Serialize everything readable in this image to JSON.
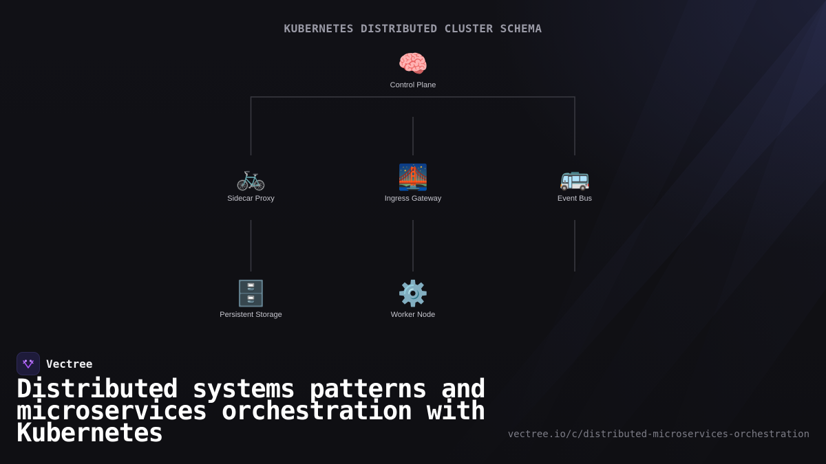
{
  "diagram": {
    "title": "KUBERNETES DISTRIBUTED CLUSTER SCHEMA",
    "nodes": {
      "control_plane": {
        "label": "Control Plane",
        "icon": "🧠",
        "icon_name": "brain-icon"
      },
      "sidecar_proxy": {
        "label": "Sidecar Proxy",
        "icon": "🚲",
        "icon_name": "bicycle-icon"
      },
      "ingress_gateway": {
        "label": "Ingress Gateway",
        "icon": "🌉",
        "icon_name": "bridge-icon"
      },
      "event_bus": {
        "label": "Event Bus",
        "icon": "🚌",
        "icon_name": "bus-icon"
      },
      "persistent_storage": {
        "label": "Persistent Storage",
        "icon": "🗄️",
        "icon_name": "file-cabinet-icon"
      },
      "worker_node": {
        "label": "Worker Node",
        "icon": "⚙️",
        "icon_name": "gear-icon"
      }
    },
    "edges": [
      {
        "from": "control_plane",
        "to": "sidecar_proxy"
      },
      {
        "from": "control_plane",
        "to": "ingress_gateway"
      },
      {
        "from": "control_plane",
        "to": "event_bus"
      },
      {
        "from": "sidecar_proxy",
        "to": "persistent_storage"
      },
      {
        "from": "ingress_gateway",
        "to": "worker_node"
      }
    ]
  },
  "brand": {
    "name": "Vectree"
  },
  "headline": "Distributed systems patterns and microservices orchestration with Kubernetes",
  "url": "vectree.io/c/distributed-microservices-orchestration",
  "colors": {
    "background": "#0f0f13",
    "connector": "#3a3a42",
    "accent": "#a855f7",
    "logo_bg": "#1e1b3a"
  }
}
